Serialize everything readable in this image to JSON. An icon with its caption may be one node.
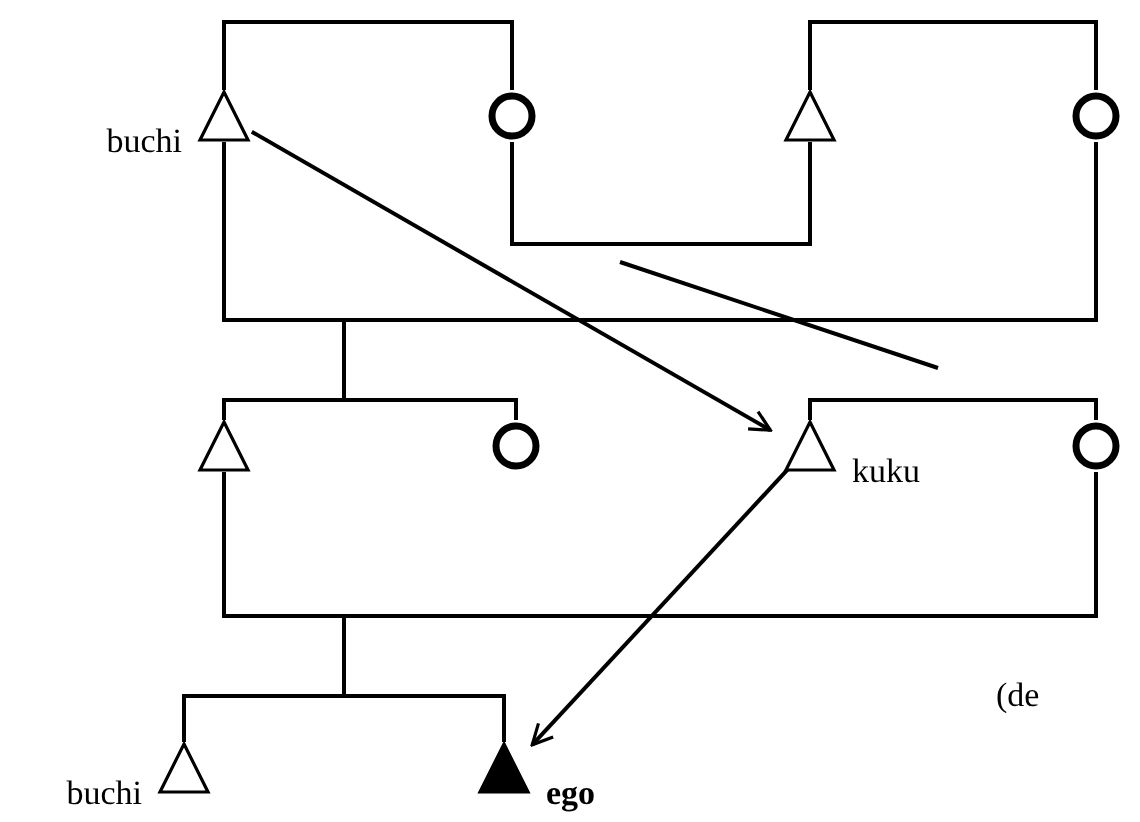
{
  "diagram": {
    "nodes": [
      {
        "text": [],
        "shape": "triangle",
        "beside": [
          "buchi"
        ]
      },
      {
        "text": [],
        "shape": "circle"
      },
      {
        "text": [],
        "shape": "triangle"
      },
      {
        "text": [],
        "shape": "circle"
      },
      {
        "text": [],
        "shape": "triangle"
      },
      {
        "text": [],
        "shape": "circle"
      },
      {
        "text": [],
        "shape": "triangle",
        "beside": [
          "kuku"
        ]
      },
      {
        "text": [],
        "shape": "circle"
      },
      {
        "text": [],
        "shape": "triangle",
        "beside": [
          "buchi"
        ]
      },
      {
        "text": [],
        "shape": "triangle",
        "beside": [
          "ego"
        ]
      }
    ],
    "edges": [
      {
        "from": 0,
        "to": 1,
        "arrow": "none"
      },
      {
        "from": 2,
        "to": 3,
        "arrow": "none"
      },
      {
        "from": 1,
        "to": 2,
        "arrow": "none"
      },
      {
        "from": 0,
        "to": 3,
        "arrow": "none"
      },
      {
        "from": 0,
        "to": 4,
        "arrow": "none"
      },
      {
        "from": 0,
        "to": 5,
        "arrow": "none"
      },
      {
        "from": 3,
        "to": 4,
        "arrow": "none"
      },
      {
        "from": 3,
        "to": 5,
        "arrow": "none"
      },
      {
        "from": 4,
        "to": 5,
        "arrow": "none"
      },
      {
        "from": 6,
        "to": 7,
        "arrow": "none"
      },
      {
        "from": 4,
        "to": 7,
        "arrow": "none"
      },
      {
        "from": 4,
        "to": 8,
        "arrow": "none"
      },
      {
        "from": 4,
        "to": 9,
        "arrow": "none"
      },
      {
        "from": 7,
        "to": 8,
        "arrow": "none"
      },
      {
        "from": 7,
        "to": 9,
        "arrow": "none"
      },
      {
        "from": 8,
        "to": 9,
        "arrow": "none"
      },
      {
        "from": 0,
        "to": 6,
        "arrow": "to"
      },
      {
        "from": 6,
        "to": 9,
        "arrow": "to"
      }
    ],
    "labels": [
      "(de"
    ]
  }
}
